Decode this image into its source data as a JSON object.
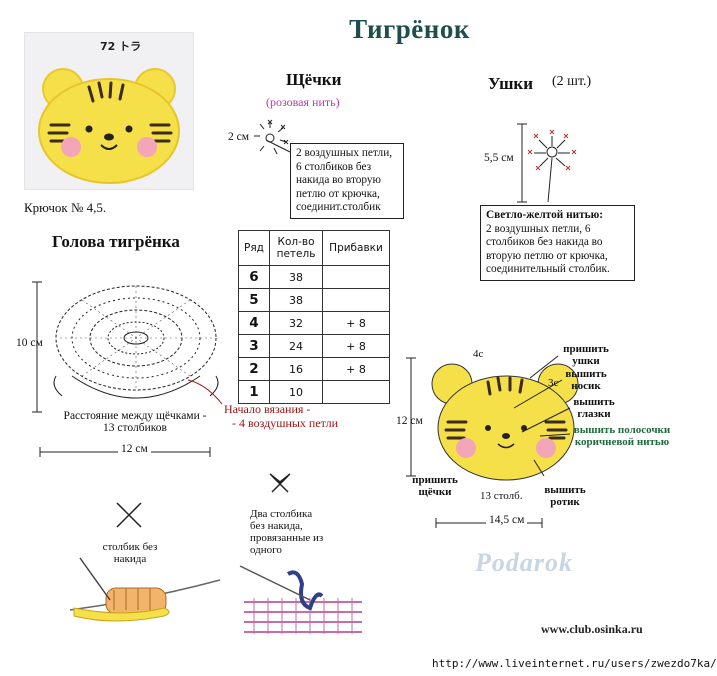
{
  "title": "Тигрёнок",
  "photo_label": "72 トラ",
  "hook_text": "Крючок № 4,5.",
  "cheeks": {
    "heading": "Щёчки",
    "color_note": "(розовая нить)",
    "size": "2 см",
    "instructions": "2 воздушных петли, 6 столбиков без накида во вторую петлю от крючка, соединит.столбик"
  },
  "ears": {
    "heading": "Ушки",
    "count": "(2 шт.)",
    "size": "5,5 см",
    "yarn": "Светло-желтой нитью:",
    "instructions": "2 воздушных петли, 6 столбиков без накида во вторую петлю от крючка, соединительный столбик."
  },
  "head": {
    "heading": "Голова тигрёнка",
    "height": "10 см",
    "width": "12 см",
    "distance_note": "Расстояние между щёчками - 13 столбиков",
    "start_note_1": "Начало вязания -",
    "start_note_2": "- 4 воздушных петли"
  },
  "table": {
    "headers": [
      "Ряд",
      "Кол-во петель",
      "Прибавки"
    ],
    "rows": [
      {
        "row": "6",
        "count": "38",
        "add": ""
      },
      {
        "row": "5",
        "count": "38",
        "add": ""
      },
      {
        "row": "4",
        "count": "32",
        "add": "+ 8"
      },
      {
        "row": "3",
        "count": "24",
        "add": "+ 8"
      },
      {
        "row": "2",
        "count": "16",
        "add": "+ 8"
      },
      {
        "row": "1",
        "count": "10",
        "add": ""
      }
    ]
  },
  "assembly": {
    "height": "12 см",
    "width": "14,5 см",
    "ear_small_1": "4с",
    "ear_small_2": "3с",
    "sew_ears": "пришить ушки",
    "sew_nose": "вышить носик",
    "sew_eyes": "вышить глазки",
    "stripes": "вышить полосочки коричневой нитью",
    "sew_cheeks": "пришить щёчки",
    "stitch_count": "13 столб.",
    "sew_mouth": "вышить ротик"
  },
  "legend": {
    "single_crochet": "столбик без накида",
    "two_together": "Два столбика без накида, провязанные из одного"
  },
  "watermark": "Podarok",
  "site": "www.club.osinka.ru",
  "source_url": "http://www.liveinternet.ru/users/zwezdo7ka/",
  "colors": {
    "title": "#1f4d4f",
    "accent_pink": "#b03ca8",
    "start_red": "#a31212",
    "yellow": "#f6e04a"
  }
}
